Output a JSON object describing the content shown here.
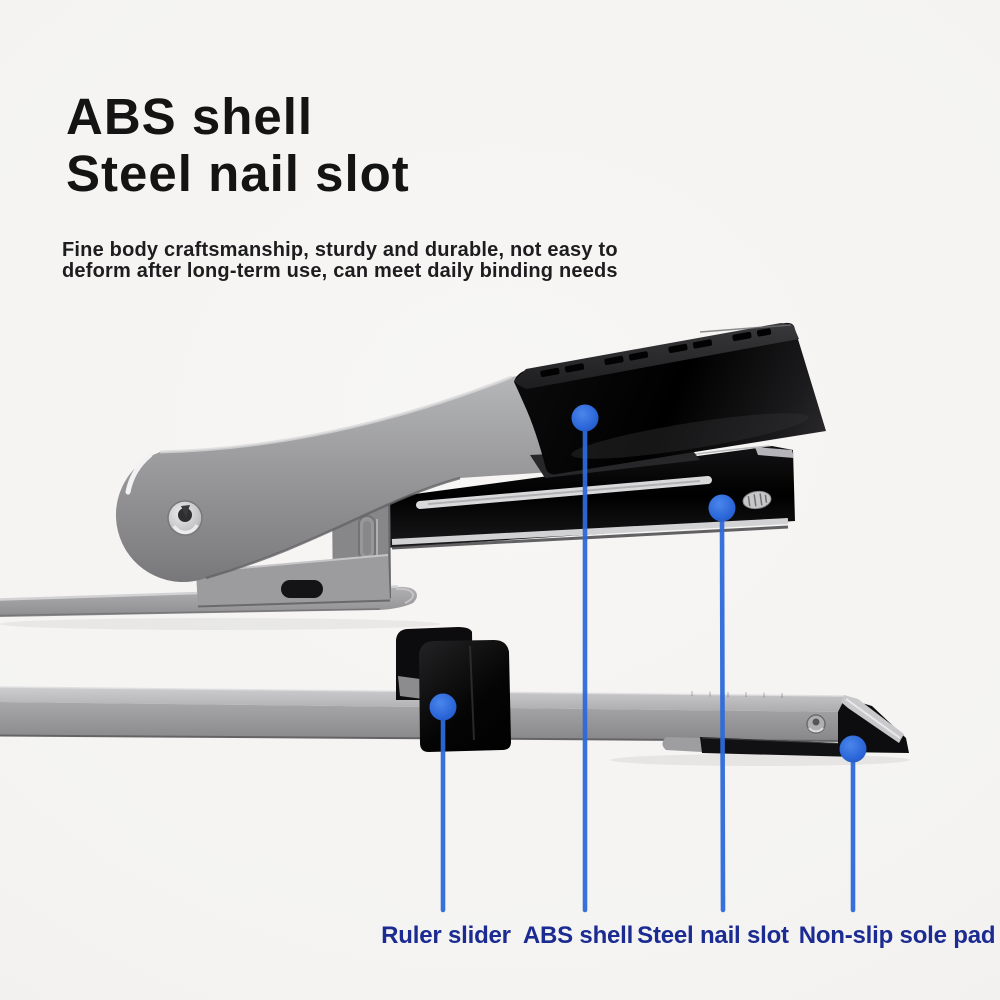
{
  "header": {
    "title_lines": [
      "ABS shell",
      "Steel nail slot"
    ],
    "description_lines": [
      "Fine body craftsmanship, sturdy and durable, not easy to",
      "deform after long-term use, can meet daily binding needs"
    ]
  },
  "callouts": [
    {
      "id": "ruler-slider",
      "label": "Ruler slider"
    },
    {
      "id": "abs-shell",
      "label": "ABS shell"
    },
    {
      "id": "steel-nail-slot",
      "label": "Steel nail slot"
    },
    {
      "id": "non-slip-sole-pad",
      "label": "Non-slip sole pad"
    }
  ],
  "colors": {
    "background": "#f4f3f1",
    "title_text": "#141414",
    "body_text": "#1d1d1f",
    "callout_blue": "#2d6ad8",
    "label_navy": "#1b2b92",
    "metal_silver": "#98989a",
    "plastic_black": "#0a0a0a"
  }
}
